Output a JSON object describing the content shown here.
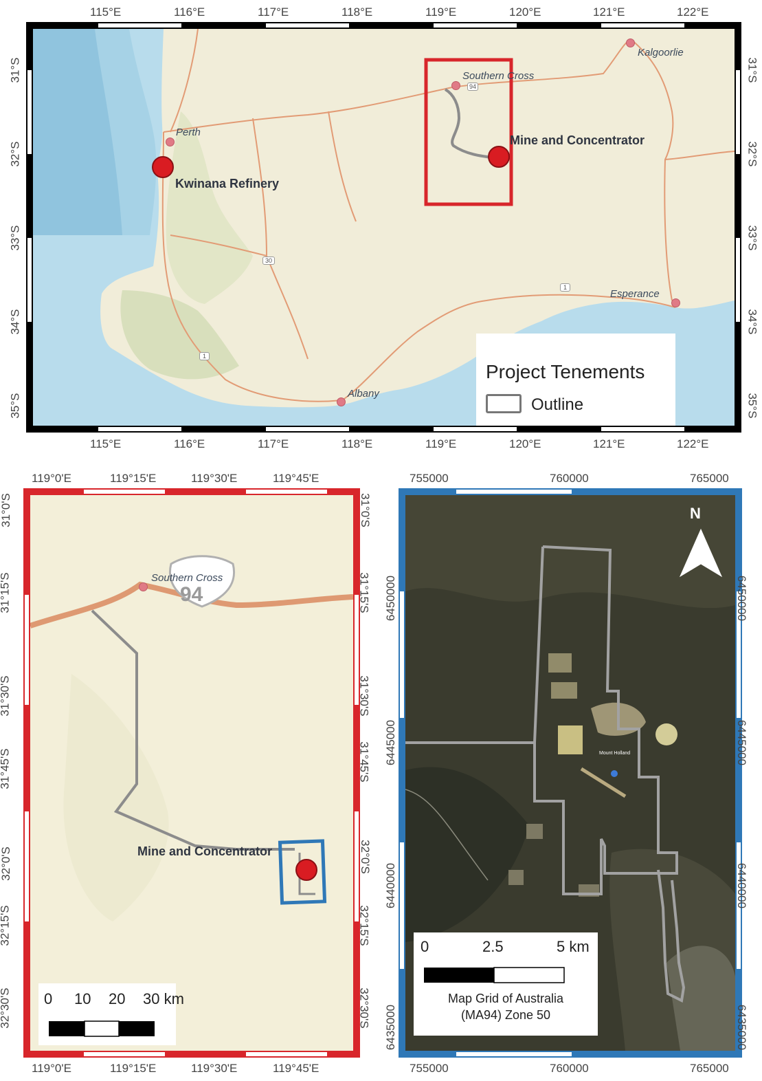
{
  "top_map": {
    "lon_ticks": [
      "115°E",
      "116°E",
      "117°E",
      "118°E",
      "119°E",
      "120°E",
      "121°E",
      "122°E"
    ],
    "lat_ticks": [
      "31°S",
      "32°S",
      "33°S",
      "34°S",
      "35°S"
    ],
    "towns": [
      {
        "name": "Kalgoorlie"
      },
      {
        "name": "Southern Cross"
      },
      {
        "name": "Perth"
      },
      {
        "name": "Esperance"
      },
      {
        "name": "Albany"
      }
    ],
    "sites": [
      {
        "name": "Kwinana Refinery"
      },
      {
        "name": "Mine and Concentrator"
      }
    ],
    "road_shields": [
      "94",
      "30",
      "1",
      "1"
    ],
    "legend": {
      "title": "Project Tenements",
      "item": "Outline"
    }
  },
  "bl_map": {
    "lon_ticks": [
      "119°0'E",
      "119°15'E",
      "119°30'E",
      "119°45'E"
    ],
    "lat_ticks": [
      "31°0'S",
      "31°15'S",
      "31°30'S",
      "31°45'S",
      "32°0'S",
      "32°15'S",
      "32°30'S"
    ],
    "town": "Southern Cross",
    "shield": "94",
    "site": "Mine and Concentrator",
    "scale_labels": [
      "0",
      "10",
      "20",
      "30 km"
    ]
  },
  "br_map": {
    "east_ticks": [
      "755000",
      "760000",
      "765000"
    ],
    "north_ticks": [
      "6450000",
      "6445000",
      "6440000",
      "6435000"
    ],
    "north_arrow": "N",
    "scale_labels": [
      "0",
      "2.5",
      "5 km"
    ],
    "grid_note_1": "Map Grid of Australia",
    "grid_note_2": "(MA94) Zone 50",
    "airstrip_label": "Mount Holland"
  },
  "colors": {
    "land": "#f1edd9",
    "ocean_deep": "#9fcde3",
    "ocean_light": "#d6ecf4",
    "road": "#e29b75",
    "site": "#d91c22",
    "town": "#e07a86",
    "inset_red": "#d8262b",
    "inset_blue": "#2f78b7",
    "outline_gray": "#8c8c8c"
  }
}
